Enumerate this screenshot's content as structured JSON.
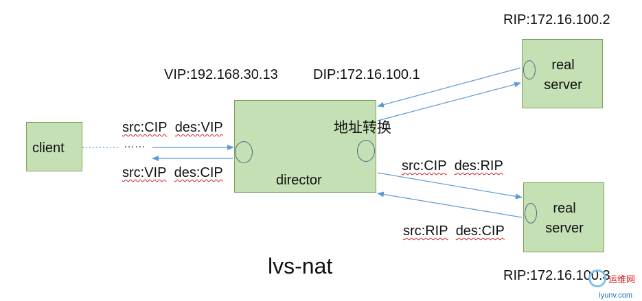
{
  "nodes": {
    "client": "client",
    "director": "director",
    "real_server_top": [
      "real",
      "server"
    ],
    "real_server_bottom": [
      "real",
      "server"
    ]
  },
  "labels": {
    "vip": "VIP:192.168.30.13",
    "dip": "DIP:172.16.100.1",
    "rip_top": "RIP:172.16.100.2",
    "rip_bottom": "RIP:172.16.100.3",
    "nat": "地址转换",
    "title": "lvs-nat",
    "ellipsis": "……"
  },
  "edges": {
    "client_to_director": {
      "src": "src:CIP",
      "des": "des:VIP"
    },
    "director_to_client": {
      "src": "src:VIP",
      "des": "des:CIP"
    },
    "director_to_real": {
      "src": "src:CIP",
      "des": "des:RIP"
    },
    "real_to_director": {
      "src": "src:RIP",
      "des": "des:CIP"
    }
  },
  "watermark": {
    "text": "运维网",
    "url": "iyunv.com"
  },
  "colors": {
    "box_fill": "#c5e0b4",
    "arrow": "#5b9bd5",
    "squiggle": "#d02020"
  }
}
